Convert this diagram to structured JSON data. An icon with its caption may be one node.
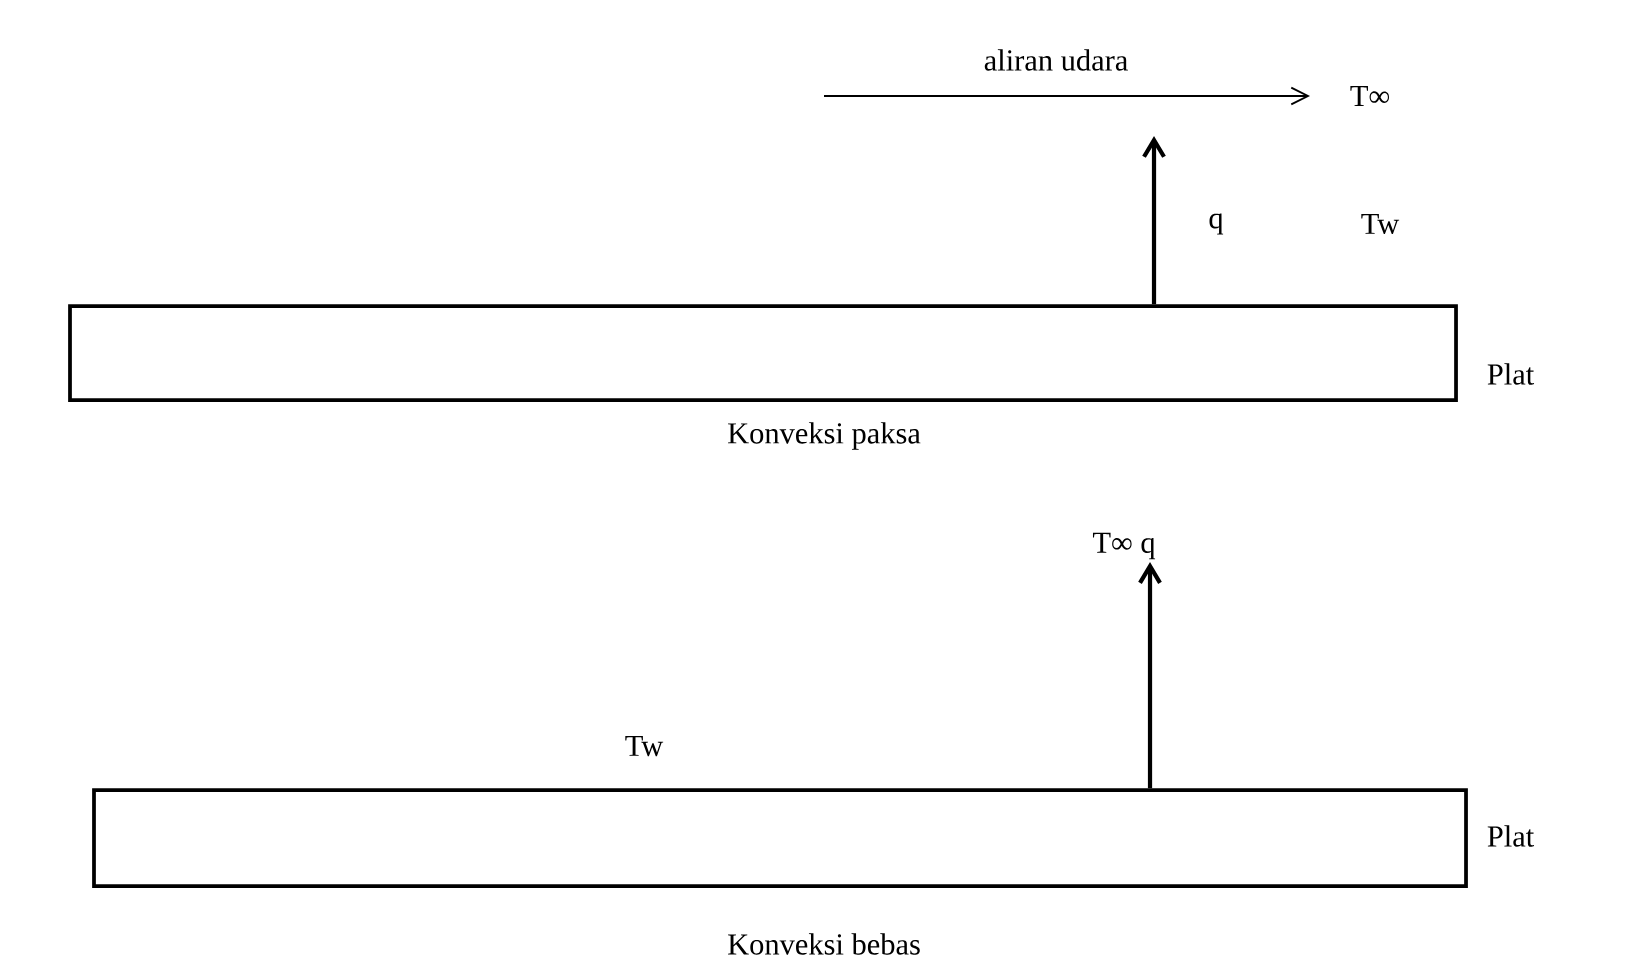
{
  "diagram": {
    "nodes": [
      {
        "text": [],
        "shape": "box",
        "beside": [
          "Plat"
        ]
      },
      {
        "text": [
          "T∞ q"
        ]
      },
      {
        "text": [],
        "shape": "box",
        "beside": [
          "Plat"
        ]
      }
    ],
    "edges": [
      {
        "from": 0,
        "to": null,
        "arrow": "to"
      },
      {
        "from": 2,
        "to": 1,
        "arrow": "to"
      }
    ],
    "labels": [
      "aliran udara",
      "T∞",
      "q",
      "Tw",
      "Konveksi paksa",
      "Tw",
      "Konveksi bebas"
    ]
  }
}
